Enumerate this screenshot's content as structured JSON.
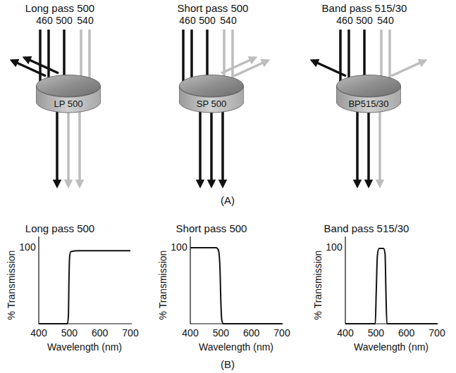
{
  "diagram": {
    "nodes": [
      {
        "text": [
          "LP 500"
        ]
      },
      {
        "text": [
          "SP 500"
        ]
      },
      {
        "text": [
          "BP515/30"
        ]
      }
    ],
    "labels": [
      "Long pass 500",
      "460",
      "500",
      "540",
      "Short pass 500",
      "460",
      "500",
      "540",
      "Band pass 515/30",
      "460",
      "500",
      "540",
      "(A)",
      "Long pass 500",
      "100",
      "% Transmission",
      "400",
      "500",
      "600",
      "700",
      "Wavelength (nm)",
      "Short pass 500",
      "100",
      "% Transmission",
      "400",
      "500",
      "600",
      "700",
      "Wavelength (nm)",
      "Band pass 515/30",
      "100",
      "% Transmission",
      "400",
      "500",
      "600",
      "700",
      "Wavelength (nm)",
      "(B)"
    ]
  }
}
